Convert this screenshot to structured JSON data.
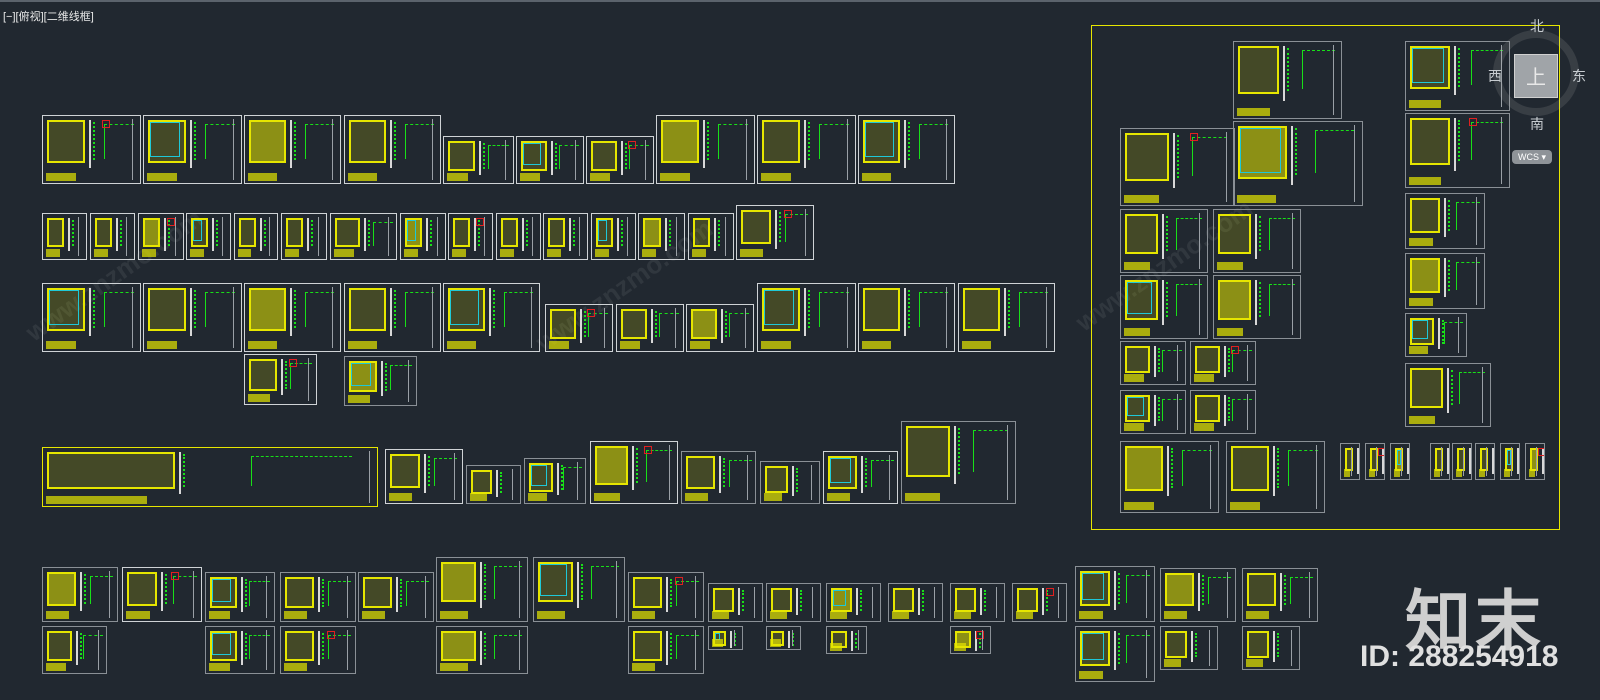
{
  "viewport": {
    "label": "[−][俯视][二维线框]"
  },
  "viewcube": {
    "north": "北",
    "south": "南",
    "east": "东",
    "west": "西",
    "face": "上",
    "wcs_label": "WCS"
  },
  "watermark": {
    "brand": "知末",
    "id_text": "ID: 288254918",
    "site": "www.znzmo.com"
  },
  "colors": {
    "background": "#212830",
    "sheet_border": "#cfd3d6",
    "drawing_yellow": "#e6e600",
    "drawing_green": "#18e018",
    "drawing_cyan": "#1ec8d8",
    "drawing_red": "#e02020"
  }
}
